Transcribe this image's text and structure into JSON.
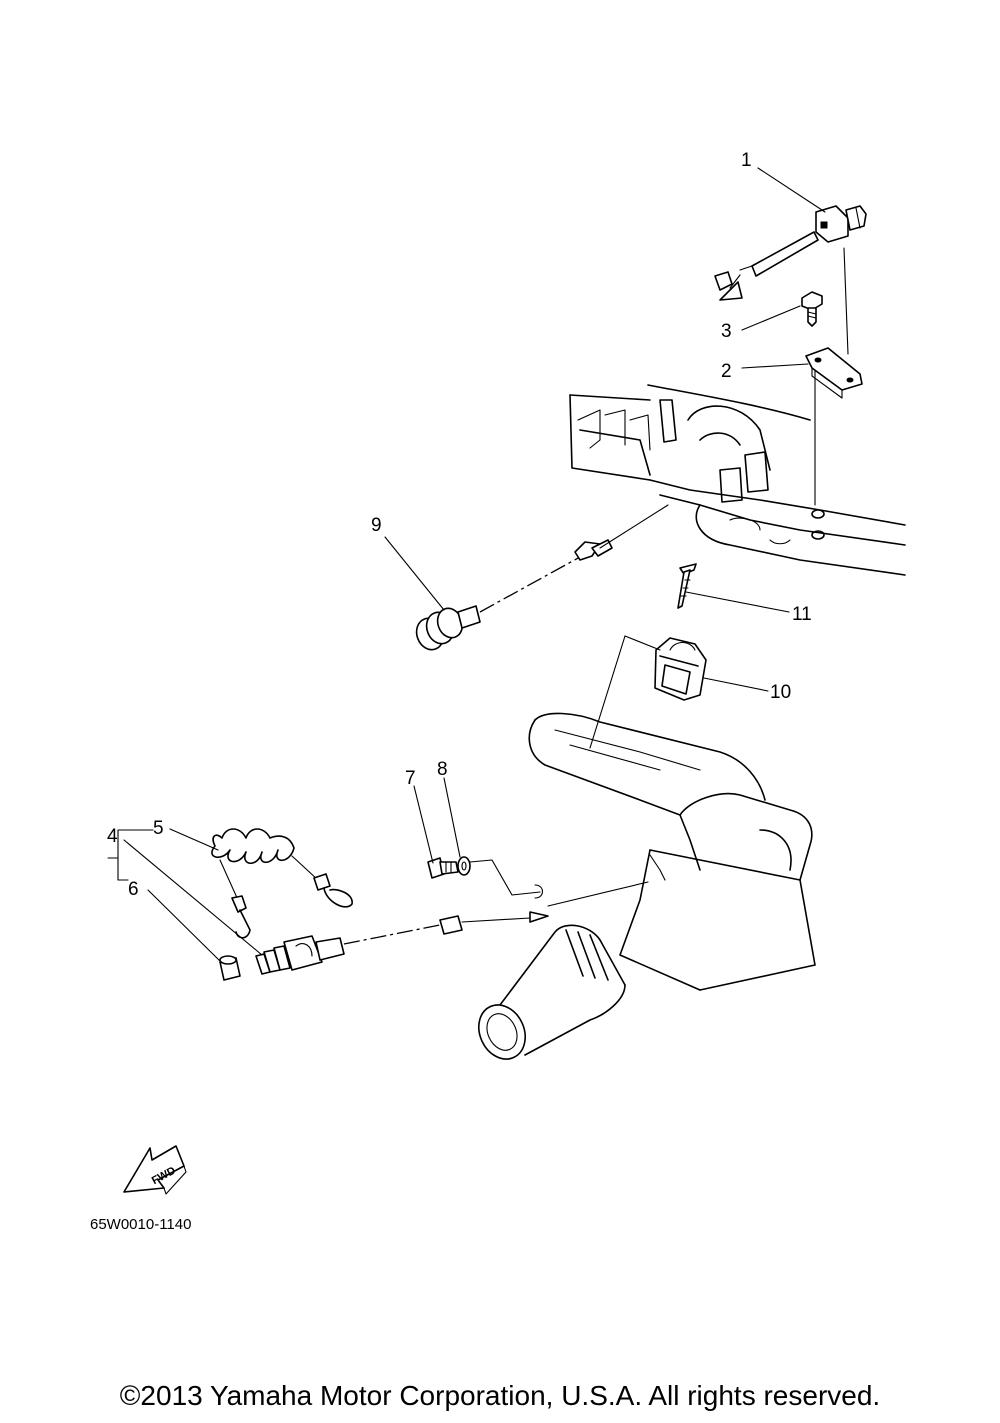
{
  "callouts": [
    "1",
    "2",
    "3",
    "4",
    "5",
    "6",
    "7",
    "8",
    "9",
    "10",
    "11"
  ],
  "direction_badge": "FWD",
  "diagram_code": "65W0010-1140",
  "copyright": "©2013 Yamaha Motor Corporation, U.S.A. All rights reserved."
}
